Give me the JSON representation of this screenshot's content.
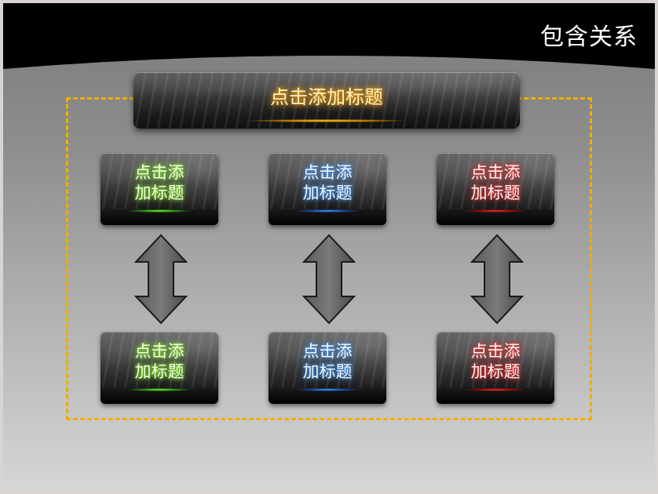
{
  "slide": {
    "title": "包含关系",
    "main_box": {
      "label": "点击添加标题",
      "glow_color": "#ffb000"
    },
    "columns": [
      {
        "top_label": "点击添\n加标题",
        "bottom_label": "点击添\n加标题",
        "accent": "#6fe83a"
      },
      {
        "top_label": "点击添\n加标题",
        "bottom_label": "点击添\n加标题",
        "accent": "#3a9cff"
      },
      {
        "top_label": "点击添\n加标题",
        "bottom_label": "点击添\n加标题",
        "accent": "#ff2a2a"
      }
    ],
    "arrow_icon": "double-arrow-vertical-icon",
    "frame_color": "#f0ad00"
  }
}
